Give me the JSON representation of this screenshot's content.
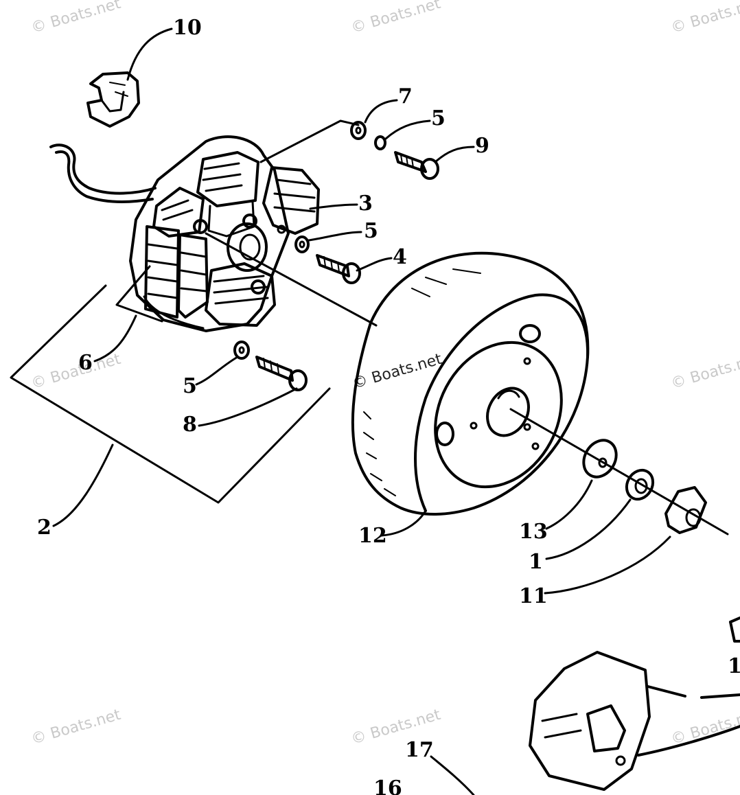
{
  "diagram": {
    "callouts": [
      "10",
      "7",
      "5",
      "9",
      "3",
      "5",
      "4",
      "6",
      "5",
      "8",
      "2",
      "12",
      "13",
      "1",
      "11",
      "17",
      "16",
      "1"
    ],
    "watermarks": [
      "© Boats.net",
      "© Boats.net",
      "© Boats.net",
      "© Boats.net",
      "© Boats.net",
      "© Boats.net",
      "© Boats.net",
      "© Boats.net",
      "© Boats.net"
    ]
  }
}
